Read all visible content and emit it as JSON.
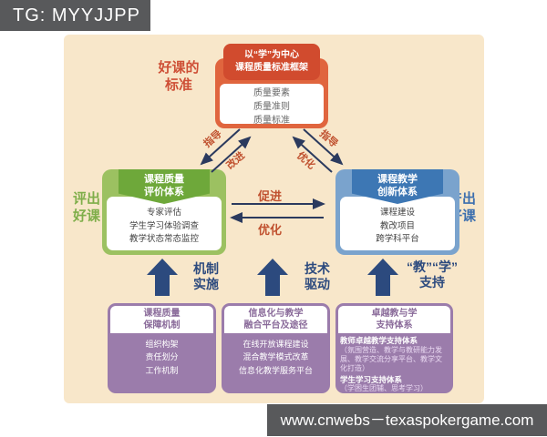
{
  "badge": {
    "label": "TG: MYYJJPP"
  },
  "watermark": {
    "label": "www.cnwebs－texaspokergame.com"
  },
  "diagram": {
    "standard": {
      "side_label": "好课的\n标准",
      "title": "以“学”为中心\n课程质量标准框架",
      "items": [
        "质量要素",
        "质量准则",
        "质量标准"
      ]
    },
    "evaluation": {
      "side_label": "评出\n好课",
      "title": "课程质量\n评价体系",
      "items": [
        "专家评估",
        "学生学习体验调查",
        "教学状态常态监控"
      ]
    },
    "innovation": {
      "side_label": "产出\n好课",
      "title": "课程教学\n创新体系",
      "items": [
        "课程建设",
        "教改项目",
        "跨学科平台"
      ]
    },
    "arrows": {
      "left_down": "指导",
      "left_up": "改进",
      "right_down": "指导",
      "right_up": "优化",
      "mid_right": "促进",
      "mid_left": "优化"
    },
    "pillars": [
      {
        "label": "机制\n实施"
      },
      {
        "label": "技术\n驱动"
      },
      {
        "label": "“教”“学”\n支持"
      }
    ],
    "foundations": [
      {
        "title": "课程质量\n保障机制",
        "lines": [
          "组织构架",
          "责任划分",
          "工作机制"
        ]
      },
      {
        "title": "信息化与教学\n融合平台及途径",
        "lines": [
          "在线开放课程建设",
          "混合教学模式改革",
          "信息化教学服务平台"
        ]
      },
      {
        "title": "卓越教与学\n支持体系",
        "sections": [
          {
            "head": "教师卓越教学支持体系",
            "detail": "（氛围营造、教学与教研能力发展、教学交流分享平台、教学文化打造）"
          },
          {
            "head": "学生学习支持体系",
            "detail": "（学困生团辅、思考学习）"
          }
        ]
      }
    ],
    "colors": {
      "canvas_bg": "#f8e7ca",
      "orange_tab": "#d14b2e",
      "orange_frame": "#e0653e",
      "green_frame": "#9cc161",
      "green_tab": "#6ea83a",
      "blue_frame": "#7aa3cd",
      "blue_tab": "#3d77b4",
      "purple_body": "#9b7cab",
      "navy_arrow": "#2c4a7e",
      "red_label": "#c0512f",
      "gray_bar": "#58595b"
    }
  }
}
